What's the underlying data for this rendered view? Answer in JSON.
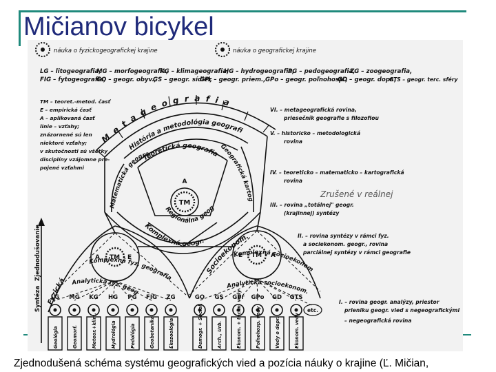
{
  "slide": {
    "title": "Mičianov bicykel",
    "caption": "Zjednodušená schéma systému geografických vied a pozícia náuky o krajine (Ľ. Mičian,",
    "accent_color": "#1f8a7c",
    "title_color": "#1f2a7a"
  },
  "diagram": {
    "legend_left": "náuka o fyzickogeografickej krajine",
    "legend_right": "náuka o geografickej krajine",
    "abbr_rows": [
      [
        "LG – litogeografia,",
        "MG – morfogeografia,",
        "KG – klimageografia,",
        "HG – hydrogeografia,",
        "PG – pedogeografia,",
        "ZG – zoogeografia,"
      ],
      [
        "FIG – fytogeografia,",
        "GO – geogr. obyv.,",
        "GS – geogr. sídiel,",
        "GPr – geogr. priem.,",
        "GPo – geogr. poľnohosp.,",
        "GD – geogr. dopr.,",
        "GTS – geogr. terc. sféry"
      ]
    ],
    "key_left": [
      "TM – teoret.-metod. časť",
      "E – empirická časť",
      "A – aplikovaná časť",
      "linie – vzťahy;",
      "znázornené sú len",
      "niektoré vzťahy;",
      "v skutočnosti sú všetky",
      "disciplíny vzájomne pre-",
      "pojené vzťahmi"
    ],
    "levels": [
      "VI. – metageografická rovina,",
      "priesečník geografie s filozofiou",
      "V. – historicko – metodologická",
      "rovina",
      "IV. – teoreticko – matematicko – kartografická",
      "rovina",
      "III. – rovina „totálnej\" geogr.",
      "(krajinnej) syntézy",
      "II. – rovina syntézy v rámci fyz.",
      "a sociekonom. geogr., rovina",
      "parciálnej syntézy v rámci geografie",
      "I. – rovina geogr. analýzy, priestor",
      "prieniku geogr. vied s negeografickými",
      "– negeografická rovina"
    ],
    "handwriting": "Zrušené v reálnej",
    "arcs": {
      "metageografia": "M e t a g e o g r a f i a",
      "historia": "História a metodológia geografie",
      "teoreticka": "Teoretická geografia",
      "matematicka": "Matematická geografia",
      "kartografia": "Geografická kartografia",
      "regionalna": "Regionálna geogr.",
      "komplexna": "Komplexná geogr.",
      "fyzicka": "Fyzická",
      "analyticka_fyz": "Analytická fyz. geografia",
      "komplexna_fyz": "Komplexná fyz. geografia",
      "socioekonom": "Socioekonom.",
      "analyticka_soc": "Analytická socioekonom. geogr.",
      "komplexna_soc": "Komplexná socioekonom. geografia"
    },
    "hub_labels": {
      "tm": "TM",
      "a": "A",
      "e": "E"
    },
    "side_axis": [
      "Syntéza",
      "Zjednodušovanie"
    ],
    "spokes_left": [
      "LG",
      "MG",
      "KG",
      "HG",
      "PG",
      "FIG",
      "ZG"
    ],
    "spokes_right": [
      "GO",
      "GS",
      "GPr",
      "GPo",
      "GD",
      "GTS"
    ],
    "etc": "etc.",
    "bottom_left": [
      "Geológia",
      "Geomorf.",
      "Meteor.+klim.",
      "Hydrológia",
      "Pedológia",
      "Geobotanika",
      "Ekozoológia"
    ],
    "bottom_right": [
      "Demogr. + Sociol.",
      "Arch., Urb.",
      "Ekonom. + techn. vedy",
      "Poľnohosp. vedy",
      "Vedy o dopr.",
      "Ekonom. vedy"
    ]
  }
}
